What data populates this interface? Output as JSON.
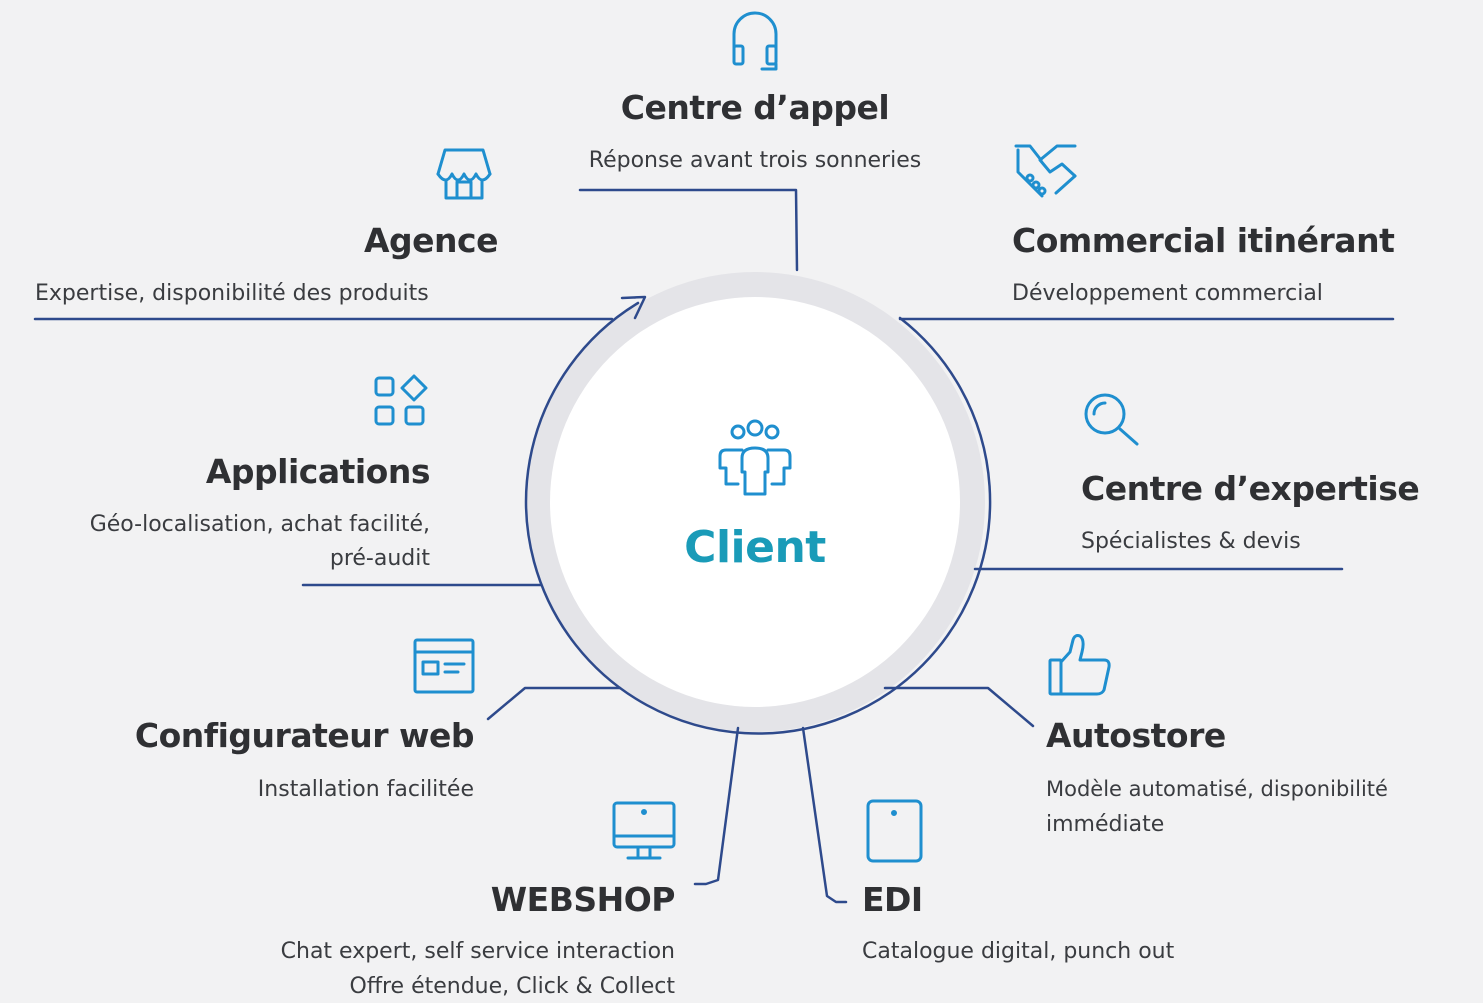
{
  "center": {
    "label": "Client",
    "icon": "users-group-icon"
  },
  "colors": {
    "line": "#2e4a8c",
    "icon": "#1f8fcf",
    "accent": "#1a9bb8",
    "ring": "#e4e4e8",
    "background": "#f2f2f3"
  },
  "nodes": {
    "centre_appel": {
      "title": "Centre d’appel",
      "desc": "Réponse avant trois sonneries",
      "icon": "headset-icon"
    },
    "agence": {
      "title": "Agence",
      "desc": "Expertise, disponibilité des produits",
      "icon": "storefront-icon"
    },
    "commercial": {
      "title": "Commercial itinérant",
      "desc": "Développement commercial",
      "icon": "handshake-icon"
    },
    "applications": {
      "title": "Applications",
      "desc_line1": "Géo-localisation, achat facilité,",
      "desc_line2": "pré-audit",
      "icon": "apps-grid-icon"
    },
    "expertise": {
      "title": "Centre d’expertise",
      "desc": "Spécialistes & devis",
      "icon": "magnifier-icon"
    },
    "configurateur": {
      "title": "Configurateur web",
      "desc": "Installation facilitée",
      "icon": "browser-window-icon"
    },
    "autostore": {
      "title": "Autostore",
      "desc_line1": "Modèle automatisé, disponibilité",
      "desc_line2": "immédiate",
      "icon": "thumbs-up-icon"
    },
    "webshop": {
      "title": "WEBSHOP",
      "desc_line1": "Chat expert, self service interaction",
      "desc_line2": "Offre étendue, Click & Collect",
      "icon": "desktop-monitor-icon"
    },
    "edi": {
      "title": "EDI",
      "desc": "Catalogue digital, punch out",
      "icon": "tablet-icon"
    }
  }
}
